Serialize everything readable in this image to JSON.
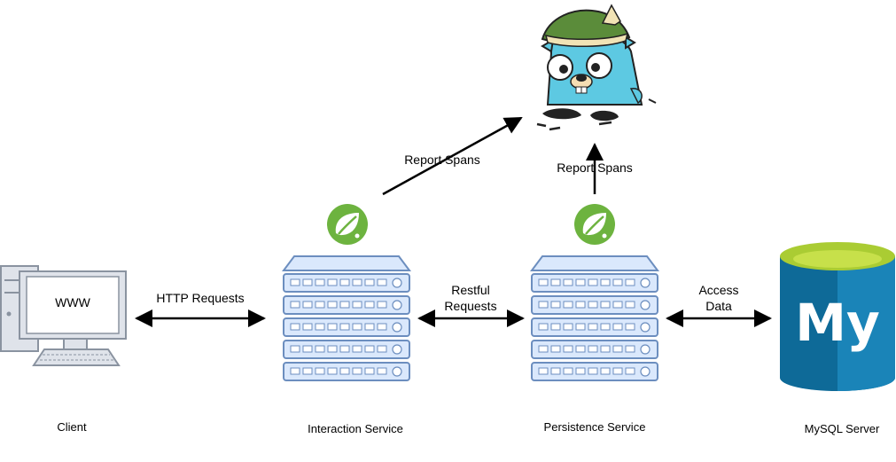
{
  "nodes": {
    "client": {
      "label": "Client",
      "screen_text": "WWW",
      "icon": "desktop-computer-icon"
    },
    "interaction": {
      "label": "Interaction Service",
      "icon": "server-rack-icon",
      "badge_icon": "spring-leaf-icon"
    },
    "persistence": {
      "label": "Persistence Service",
      "icon": "server-rack-icon",
      "badge_icon": "spring-leaf-icon"
    },
    "mysql": {
      "label": "MySQL Server",
      "logo_text": "My",
      "icon": "database-cylinder-icon"
    },
    "tracer": {
      "icon": "gopher-mascot-icon"
    }
  },
  "edges": {
    "http": {
      "label": "HTTP Requests"
    },
    "restful": {
      "line1": "Restful",
      "line2": "Requests"
    },
    "access": {
      "line1": "Access",
      "line2": "Data"
    },
    "report_interaction": {
      "label": "Report Spans"
    },
    "report_persistence": {
      "label": "Report Spans"
    }
  },
  "colors": {
    "server_fill": "#dae8fc",
    "server_stroke": "#6c8ebf",
    "spring_green": "#6db33f",
    "mysql_blue": "#0e6a98",
    "mysql_top": "#aacc33",
    "gopher_blue": "#5dc9e2",
    "hat_green": "#5b8c3a",
    "computer_fill": "#dfe3ea",
    "computer_stroke": "#8a93a0"
  }
}
